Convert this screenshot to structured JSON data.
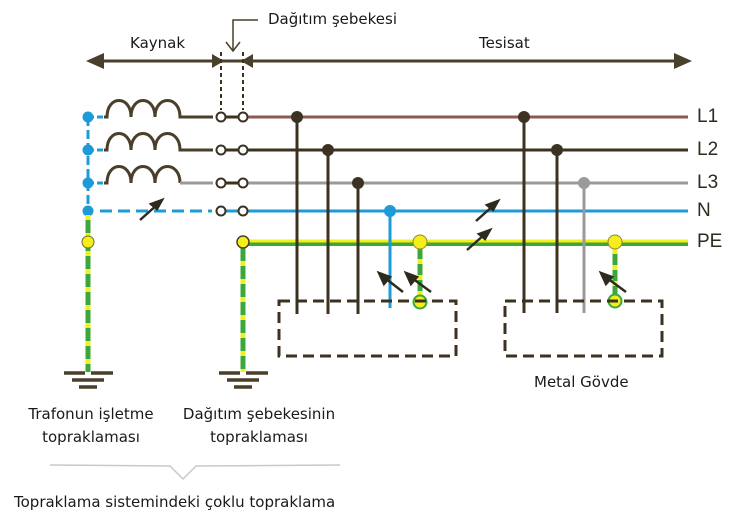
{
  "title": "Topraklama sistemindeki çoklu topraklama",
  "header": {
    "source_label": "Kaynak",
    "distribution_label": "Dağıtım şebekesi",
    "installation_label": "Tesisat"
  },
  "buses": [
    {
      "id": "L1",
      "label": "L1",
      "color": "#8c5a52"
    },
    {
      "id": "L2",
      "label": "L2",
      "color": "#3b3222"
    },
    {
      "id": "L3",
      "label": "L3",
      "color": "#9a9a9a"
    },
    {
      "id": "N",
      "label": "N",
      "color": "#1d9bd7"
    },
    {
      "id": "PE",
      "label": "PE",
      "color_stripe": "#f5ee1a",
      "color_base": "#3aa83a"
    }
  ],
  "loads": [
    {
      "label": "",
      "connections": [
        "L1",
        "L2",
        "L3",
        "N",
        "PE"
      ]
    },
    {
      "label": "Metal Gövde",
      "connections": [
        "L1",
        "L2",
        "L3",
        "PE"
      ]
    }
  ],
  "groundings": [
    {
      "line1": "Trafonun işletme",
      "line2": "topraklaması"
    },
    {
      "line1": "Dağıtım şebekesinin",
      "line2": "topraklaması"
    }
  ],
  "colors": {
    "wire_dark": "#3b3222",
    "arrow": "#4a3f2a",
    "node_yellow": "#f5ee1a",
    "ground_green": "#3aa83a",
    "brace": "#c8c8c8"
  }
}
